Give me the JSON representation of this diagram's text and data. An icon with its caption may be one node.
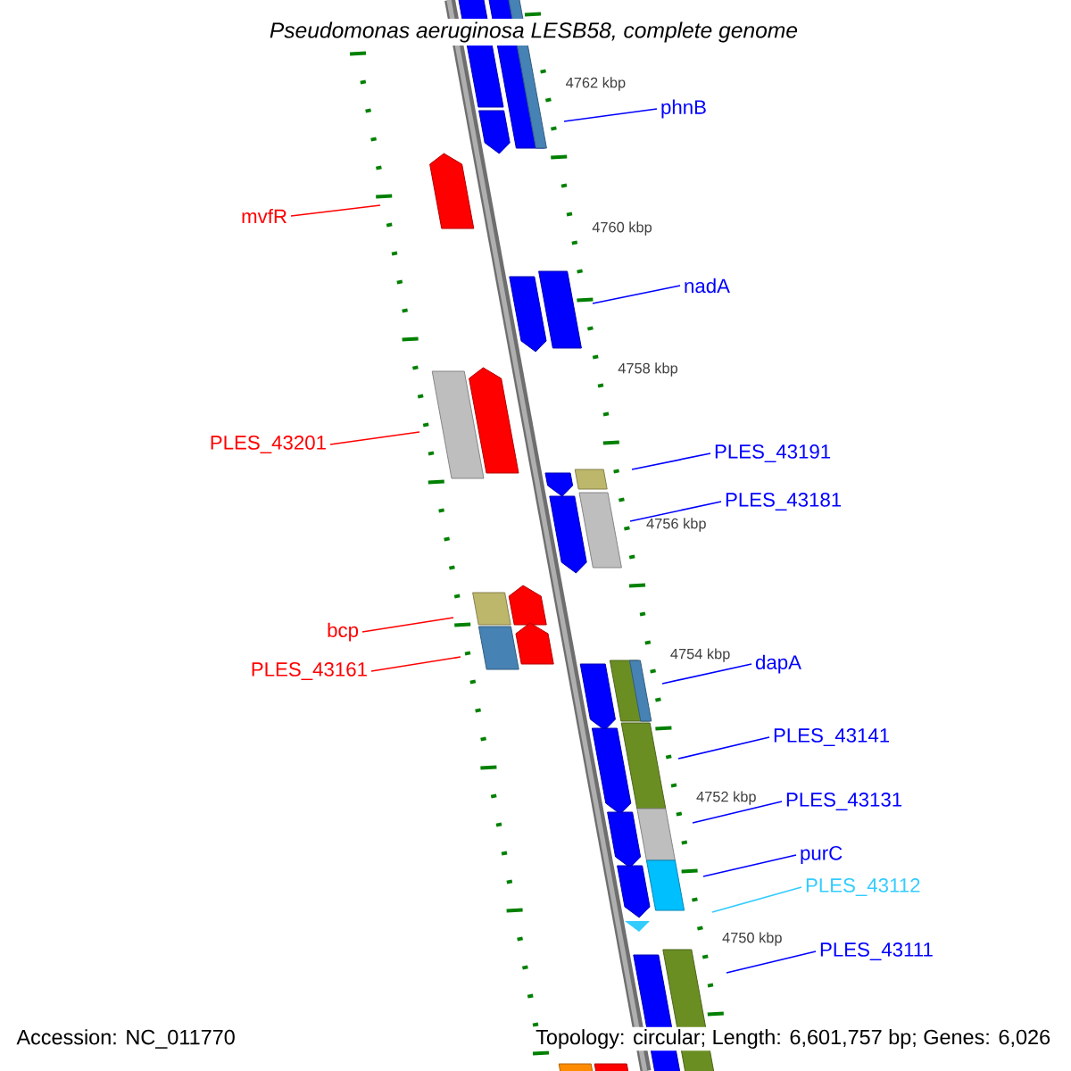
{
  "diagram": {
    "title": "Pseudomonas aeruginosa LESB58, complete genome",
    "nodes": [
      {
        "text": [
          "phnB"
        ]
      },
      {
        "text": [
          "mvfR"
        ]
      },
      {
        "text": [
          "nadA"
        ]
      },
      {
        "text": [
          "PLES_43201"
        ]
      },
      {
        "text": [
          "PLES_43191"
        ]
      },
      {
        "text": [
          "PLES_43181"
        ]
      },
      {
        "text": [
          "bcp"
        ]
      },
      {
        "text": [
          "dapA"
        ]
      },
      {
        "text": [
          "PLES_43161"
        ]
      },
      {
        "text": [
          "PLES_43141"
        ]
      },
      {
        "text": [
          "PLES_43131"
        ]
      },
      {
        "text": [
          "purC"
        ]
      },
      {
        "text": [
          "PLES_43112"
        ]
      },
      {
        "text": [
          "PLES_43111"
        ]
      }
    ],
    "edges": [
      {
        "from": 0,
        "to": null,
        "arrow": "none"
      },
      {
        "from": 1,
        "to": null,
        "arrow": "none",
        "color": "#ff0000"
      },
      {
        "from": 2,
        "to": null,
        "arrow": "none"
      },
      {
        "from": 3,
        "to": null,
        "arrow": "none",
        "color": "#ff0000"
      },
      {
        "from": 4,
        "to": null,
        "arrow": "none"
      },
      {
        "from": 5,
        "to": null,
        "arrow": "none"
      },
      {
        "from": 6,
        "to": null,
        "arrow": "none",
        "color": "#ff0000"
      },
      {
        "from": 7,
        "to": null,
        "arrow": "none"
      },
      {
        "from": 8,
        "to": null,
        "arrow": "none",
        "color": "#ff0000"
      },
      {
        "from": 9,
        "to": null,
        "arrow": "none"
      },
      {
        "from": 10,
        "to": null,
        "arrow": "none"
      },
      {
        "from": 11,
        "to": null,
        "arrow": "none"
      },
      {
        "from": 12,
        "to": null,
        "arrow": "none",
        "color": "#33ccff"
      },
      {
        "from": 13,
        "to": null,
        "arrow": "none"
      }
    ],
    "labels": [
      "4762 kbp",
      "4760 kbp",
      "4758 kbp",
      "4756 kbp",
      "4754 kbp",
      "4752 kbp",
      "4750 kbp",
      "Accession: NC_011770",
      "Topology: circular; Length: 6,601,757 bp; Genes: 6,026"
    ]
  }
}
